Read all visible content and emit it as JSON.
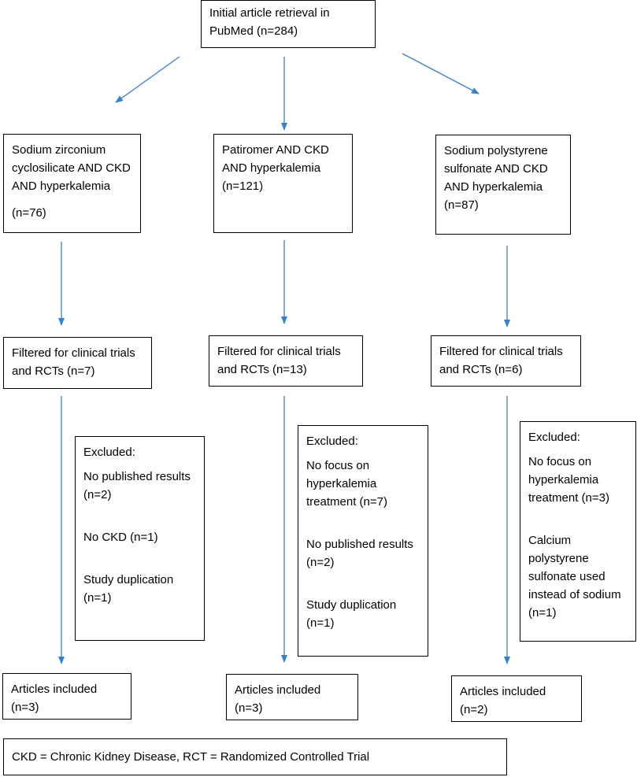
{
  "top": {
    "text": "Initial article retrieval in\nPubMed (n=284)"
  },
  "columns": [
    {
      "search": "Sodium zirconium\ncyclosilicate AND CKD\nAND hyperkalemia",
      "search_count": "(n=76)",
      "filtered": "Filtered for clinical trials\nand RCTs (n=7)",
      "excluded": {
        "title": "Excluded:",
        "items": [
          "No published results\n(n=2)",
          "No CKD (n=1)",
          "Study  duplication\n(n=1)"
        ]
      },
      "included": "Articles included\n(n=3)"
    },
    {
      "search": "Patiromer AND CKD\nAND hyperkalemia\n(n=121)",
      "filtered": "Filtered for clinical trials\nand RCTs (n=13)",
      "excluded": {
        "title": "Excluded:",
        "items": [
          "No focus on\nhyperkalemia\ntreatment (n=7)",
          "No published results\n(n=2)",
          "Study duplication\n(n=1)"
        ]
      },
      "included": "Articles included\n(n=3)"
    },
    {
      "search": "Sodium polystyrene\nsulfonate AND CKD\nAND hyperkalemia\n(n=87)",
      "filtered": "Filtered for clinical trials\nand RCTs (n=6)",
      "excluded": {
        "title": "Excluded:",
        "items": [
          "No focus on\nhyperkalemia\ntreatment (n=3)",
          "Calcium\npolystyrene\nsulfonate used\ninstead of sodium\n(n=1)"
        ]
      },
      "included": "Articles included\n(n=2)"
    }
  ],
  "footer": "CKD = Chronic Kidney Disease, RCT = Randomized Controlled Trial",
  "colors": {
    "arrow": "#3b7fc4",
    "border": "#000000"
  }
}
